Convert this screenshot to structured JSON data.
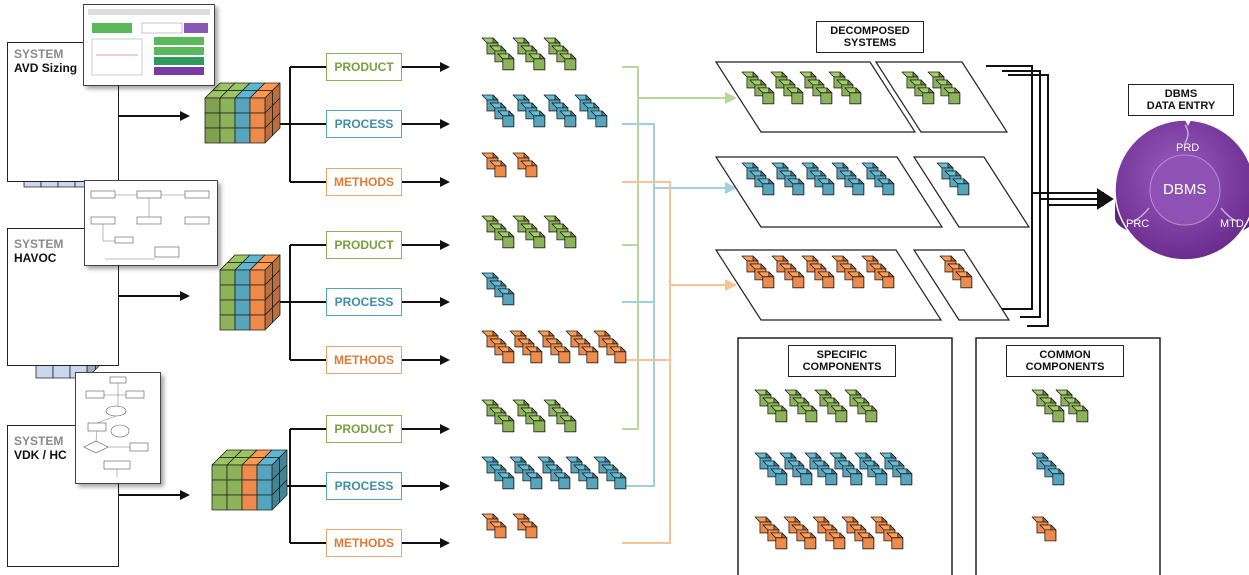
{
  "systems": [
    {
      "kicker": "SYSTEM",
      "name": "AVD Sizing"
    },
    {
      "kicker": "SYSTEM",
      "name": "HAVOC"
    },
    {
      "kicker": "SYSTEM",
      "name": "VDK / HC"
    }
  ],
  "categories": {
    "product": "PRODUCT",
    "process": "PROCESS",
    "methods": "METHODS"
  },
  "headers": {
    "decomposed_1": "DECOMPOSED",
    "decomposed_2": "SYSTEMS",
    "specific_1": "SPECIFIC",
    "specific_2": "COMPONENTS",
    "common_1": "COMMON",
    "common_2": "COMPONENTS",
    "dbms_1": "DBMS",
    "dbms_2": "DATA ENTRY"
  },
  "dbms": {
    "center": "DBMS",
    "prd": "PRD",
    "prc": "PRC",
    "mtd": "MTD"
  },
  "colors": {
    "product": "#8db35a",
    "process": "#55a5bd",
    "methods": "#ee8a4a",
    "product_line": "#b8d59a",
    "process_line": "#9fd0de",
    "methods_line": "#f7c296",
    "dbms_purple": "#7a3a9e",
    "cube_blue": "#c9d7ef"
  }
}
